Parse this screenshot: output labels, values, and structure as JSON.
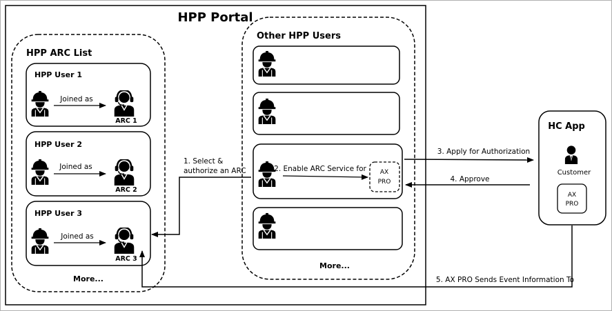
{
  "portal": {
    "title": "HPP Portal"
  },
  "arc_list": {
    "title": "HPP ARC List",
    "users": [
      {
        "name": "HPP User 1",
        "relation": "Joined as",
        "arc": "ARC 1"
      },
      {
        "name": "HPP User 2",
        "relation": "Joined as",
        "arc": "ARC 2"
      },
      {
        "name": "HPP User 3",
        "relation": "Joined as",
        "arc": "ARC 3"
      }
    ],
    "more": "More..."
  },
  "other_users": {
    "title": "Other HPP Users",
    "enable_label": "2. Enable ARC Service for",
    "ax_pro": [
      "AX",
      "PRO"
    ],
    "more": "More..."
  },
  "select_label": [
    "1. Select &",
    "authorize an ARC"
  ],
  "hc_app": {
    "title": "HC App",
    "customer": "Customer",
    "ax_pro": [
      "AX",
      "PRO"
    ]
  },
  "steps": {
    "apply": "3. Apply for Authorization",
    "approve": "4. Approve",
    "send": "5. AX PRO Sends Event Information To"
  },
  "colors": {
    "line": "#000000",
    "background": "#ffffff",
    "frame": "#b0b0b0"
  }
}
